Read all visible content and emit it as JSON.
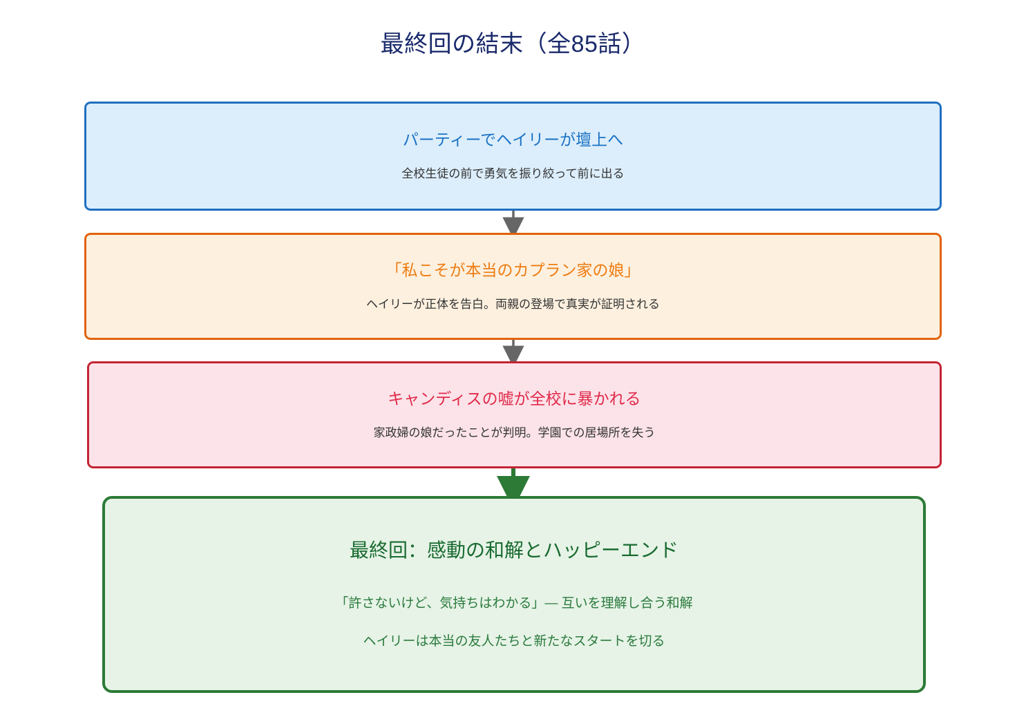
{
  "title": "最終回の結末（全85話）",
  "theme": {
    "title_color": "#1a2a6c",
    "blue_border": "#1f6fc0",
    "blue_fill": "#dceefb",
    "blue_text": "#1a72c4",
    "orange_border": "#e2620b",
    "orange_fill": "#fdf0df",
    "orange_text": "#ed7c12",
    "red_border": "#c32434",
    "red_fill": "#fbe3e9",
    "red_text": "#e12a4a",
    "green_border": "#2c7a36",
    "green_fill": "#e6f3e6",
    "green_text": "#1a6b31",
    "arrow_color": "#666666",
    "final_arrow_color": "#2c7a36",
    "body_text": "#333333"
  },
  "nodes": [
    {
      "id": "node-1",
      "title": "パーティーでヘイリーが壇上へ",
      "subtitle": "全校生徒の前で勇気を振り絞って前に出る"
    },
    {
      "id": "node-2",
      "title": "「私こそが本当のカプラン家の娘」",
      "subtitle": "ヘイリーが正体を告白。両親の登場で真実が証明される"
    },
    {
      "id": "node-3",
      "title": "キャンディスの嘘が全校に暴かれる",
      "subtitle": "家政婦の娘だったことが判明。学園での居場所を失う"
    },
    {
      "id": "node-4",
      "title": "最終回：感動の和解とハッピーエンド",
      "subtitle_1": "「許さないけど、気持ちはわかる」—  互いを理解し合う和解",
      "subtitle_2": "ヘイリーは本当の友人たちと新たなスタートを切る"
    }
  ],
  "connectors": [
    {
      "from": "node-1",
      "to": "node-2",
      "style": "arrow-gray"
    },
    {
      "from": "node-2",
      "to": "node-3",
      "style": "arrow-gray"
    },
    {
      "from": "node-3",
      "to": "node-4",
      "style": "arrow-green-thick"
    }
  ]
}
